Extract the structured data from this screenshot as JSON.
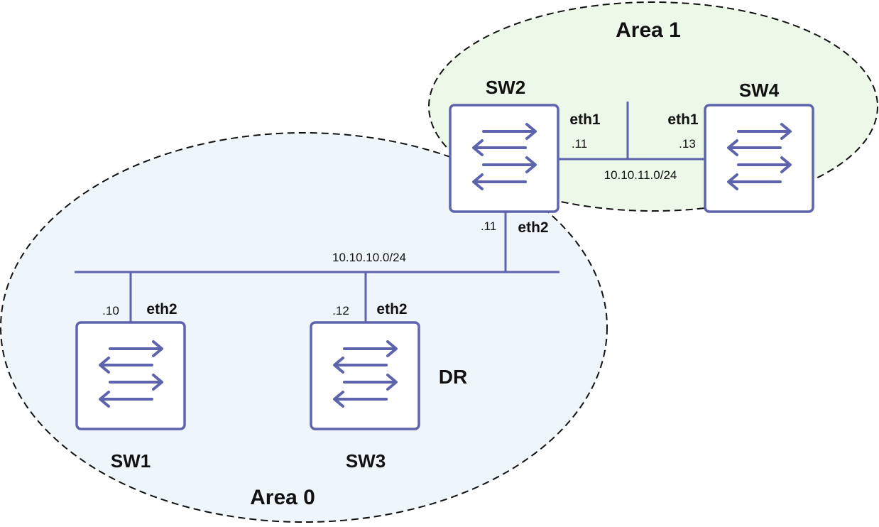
{
  "colors": {
    "area0_fill": "#eef6fc",
    "area1_fill": "#ecf8e8",
    "switch_stroke": "#5d63ad",
    "link_stroke": "#5d63ad",
    "ellipse_stroke": "#111111"
  },
  "areas": {
    "area0": {
      "label": "Area 0"
    },
    "area1": {
      "label": "Area 1"
    }
  },
  "switches": {
    "sw1": {
      "name": "SW1",
      "icon": "switch-arrows-icon"
    },
    "sw2": {
      "name": "SW2",
      "icon": "switch-arrows-icon"
    },
    "sw3": {
      "name": "SW3",
      "icon": "switch-arrows-icon",
      "role": "DR"
    },
    "sw4": {
      "name": "SW4",
      "icon": "switch-arrows-icon"
    }
  },
  "networks": {
    "net_area0": "10.10.10.0/24",
    "net_area1": "10.10.11.0/24"
  },
  "interfaces": {
    "sw1_eth2": {
      "name": "eth2",
      "addr": ".10"
    },
    "sw3_eth2": {
      "name": "eth2",
      "addr": ".12"
    },
    "sw2_eth2": {
      "name": "eth2",
      "addr": ".11"
    },
    "sw2_eth1": {
      "name": "eth1",
      "addr": ".11"
    },
    "sw4_eth1": {
      "name": "eth1",
      "addr": ".13"
    }
  }
}
